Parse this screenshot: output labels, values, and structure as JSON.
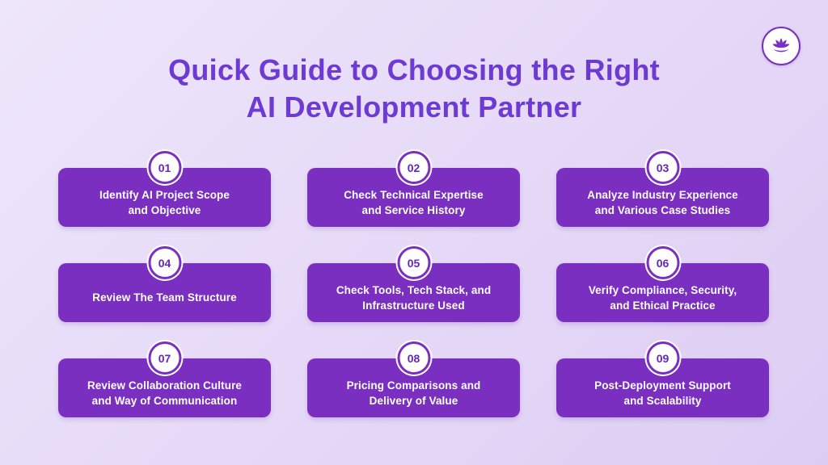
{
  "header": {
    "title": "Quick Guide to Choosing the Right\nAI Development Partner",
    "logo_icon": "lotus-icon"
  },
  "colors": {
    "background_light": "#EEE6FB",
    "background_dark": "#E3D5F6",
    "card_purple": "#7A2FC0",
    "title_purple": "#6D3AD4",
    "badge_number_purple": "#6229B8",
    "card_text": "#FFFFFF"
  },
  "steps": [
    {
      "number": "01",
      "label": "Identify AI Project Scope\nand Objective"
    },
    {
      "number": "02",
      "label": "Check Technical Expertise\nand Service History"
    },
    {
      "number": "03",
      "label": "Analyze Industry Experience\nand Various Case Studies"
    },
    {
      "number": "04",
      "label": "Review The Team Structure"
    },
    {
      "number": "05",
      "label": "Check Tools, Tech Stack, and\nInfrastructure Used"
    },
    {
      "number": "06",
      "label": "Verify Compliance, Security,\nand Ethical Practice"
    },
    {
      "number": "07",
      "label": "Review Collaboration Culture\nand Way of Communication"
    },
    {
      "number": "08",
      "label": "Pricing Comparisons and\nDelivery of Value"
    },
    {
      "number": "09",
      "label": "Post-Deployment Support\nand Scalability"
    }
  ]
}
